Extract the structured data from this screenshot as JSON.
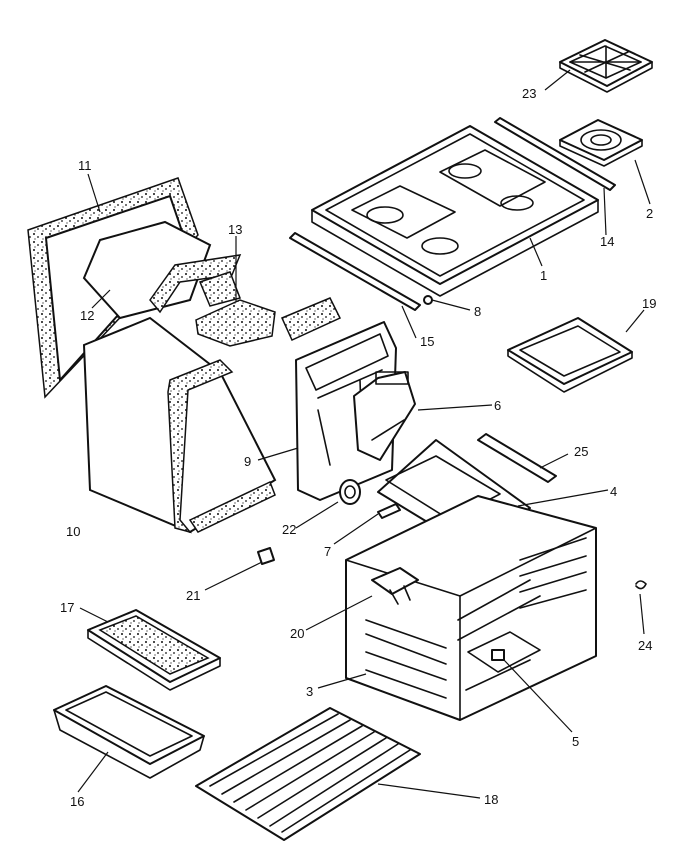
{
  "diagram": {
    "type": "exploded-parts-diagram",
    "line_color": "#111111",
    "background": "#ffffff",
    "callouts": [
      "1",
      "2",
      "3",
      "4",
      "5",
      "6",
      "7",
      "8",
      "9",
      "10",
      "11",
      "12",
      "13",
      "14",
      "15",
      "16",
      "17",
      "18",
      "19",
      "20",
      "21",
      "22",
      "23",
      "24",
      "25"
    ]
  }
}
